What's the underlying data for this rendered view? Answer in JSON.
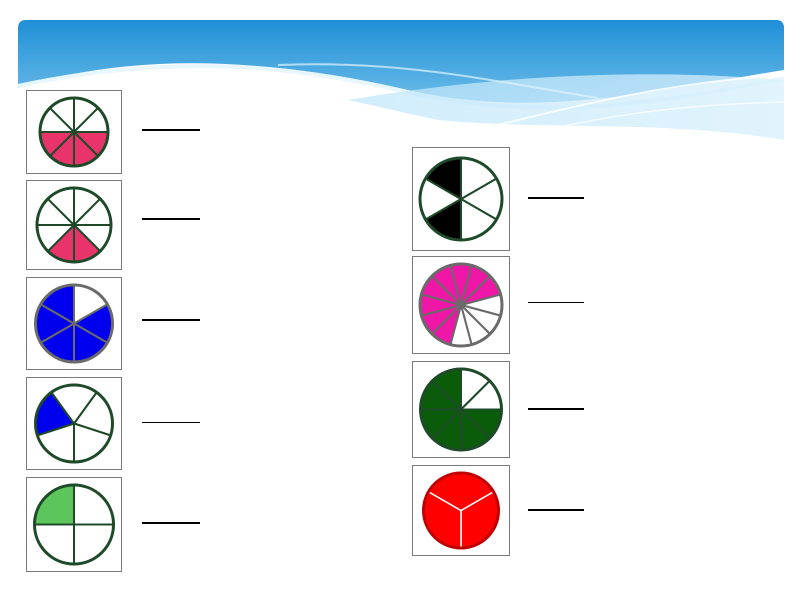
{
  "pies": [
    {
      "id": "c1",
      "slices": 8,
      "start_deg": 0,
      "shaded": [
        0,
        1,
        2,
        3
      ],
      "color": "#e8336b",
      "outline": "#1e4a2a"
    },
    {
      "id": "c2",
      "slices": 8,
      "start_deg": 0,
      "shaded": [
        1,
        2
      ],
      "color": "#e8336b",
      "outline": "#1e4a2a"
    },
    {
      "id": "c3",
      "slices": 6,
      "start_deg": -30,
      "shaded": [
        0,
        1,
        2,
        3,
        4
      ],
      "color": "#0000ee",
      "outline": "#6a6a6a"
    },
    {
      "id": "c4",
      "slices": 5,
      "start_deg": -54,
      "shaded": [
        3
      ],
      "color": "#0000ee",
      "outline": "#1e4a2a"
    },
    {
      "id": "c5",
      "slices": 4,
      "start_deg": 0,
      "shaded": [
        2
      ],
      "color": "#5cc65c",
      "outline": "#1e4a2a"
    },
    {
      "id": "c6",
      "slices": 6,
      "start_deg": -30,
      "shaded": [
        2,
        4
      ],
      "color": "#000000",
      "outline": "#1e4a2a"
    },
    {
      "id": "c7",
      "slices": 12,
      "start_deg": -15,
      "shaded": [
        4,
        5,
        6,
        7,
        8,
        9,
        10,
        11,
        12,
        13
      ],
      "color": "#f016a8",
      "outline": "#6a6a6a"
    },
    {
      "id": "c8",
      "slices": 8,
      "start_deg": 0,
      "shaded": [
        0,
        1,
        2,
        3,
        4,
        5
      ],
      "color": "#0a5c0a",
      "outline": "#1e4a2a"
    },
    {
      "id": "c9",
      "slices": 3,
      "start_deg": -30,
      "shaded": [
        0,
        1,
        2
      ],
      "color": "#ff0000",
      "outline": "#c00000"
    }
  ],
  "colors": {
    "banner_top": "#1e90d8",
    "banner_bottom": "#9fd6f4"
  }
}
